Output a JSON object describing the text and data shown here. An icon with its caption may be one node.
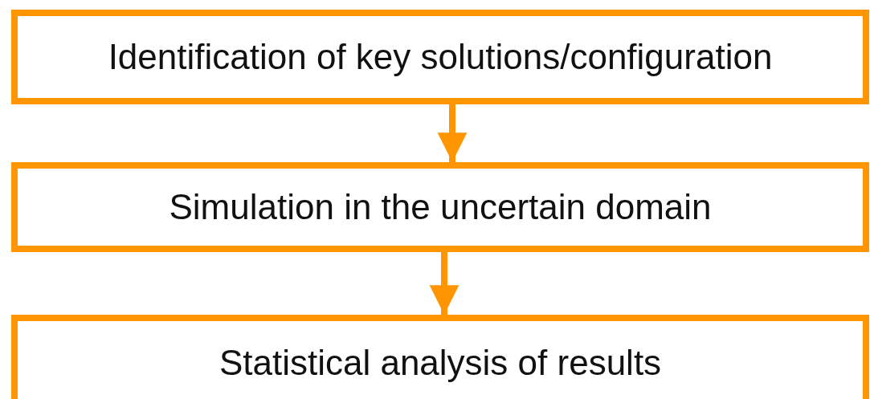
{
  "diagram": {
    "nodes": [
      {
        "text": [
          "Identification of key solutions/configuration"
        ]
      },
      {
        "text": [
          "Simulation in the uncertain domain"
        ]
      },
      {
        "text": [
          "Statistical analysis of results"
        ]
      }
    ],
    "edges": [
      {
        "from": 0,
        "to": 1,
        "arrow": "to"
      },
      {
        "from": 1,
        "to": 2,
        "arrow": "to"
      }
    ]
  }
}
